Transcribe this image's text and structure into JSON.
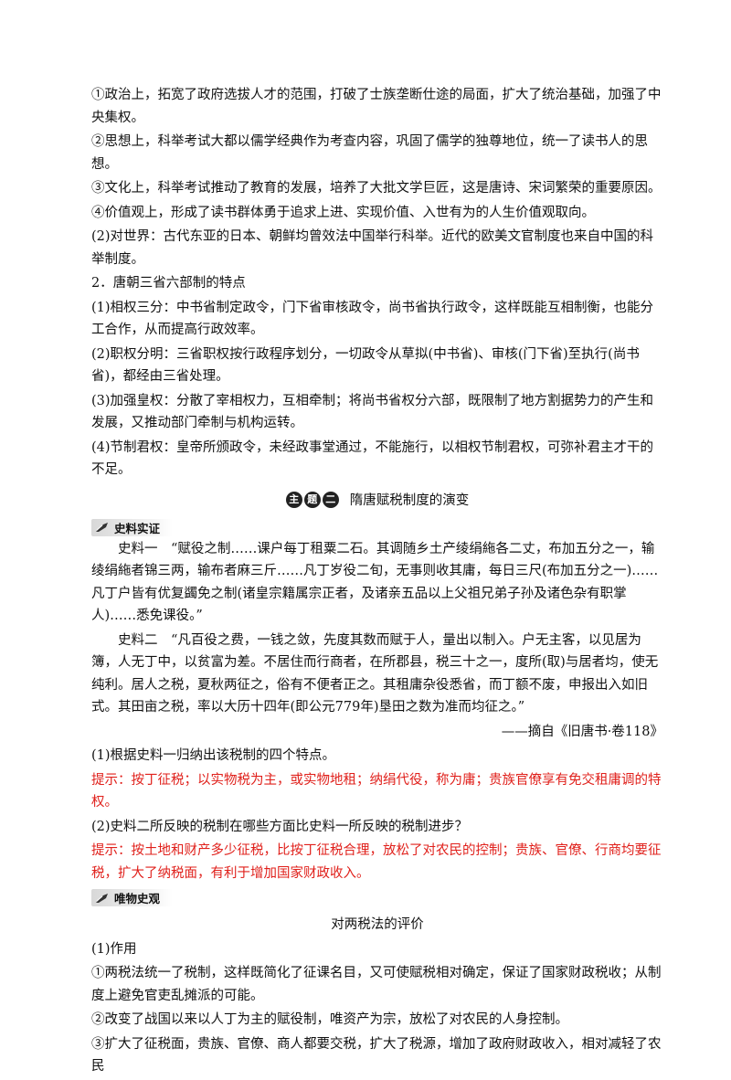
{
  "paras_a": [
    "①政治上，拓宽了政府选拔人才的范围，打破了士族垄断仕途的局面，扩大了统治基础，加强了中央集权。",
    "②思想上，科举考试大都以儒学经典作为考查内容，巩固了儒学的独尊地位，统一了读书人的思想。",
    "③文化上，科举考试推动了教育的发展，培养了大批文学巨匠，这是唐诗、宋词繁荣的重要原因。",
    "④价值观上，形成了读书群体勇于追求上进、实现价值、入世有为的人生价值观取向。",
    "(2)对世界：古代东亚的日本、朝鲜均曾效法中国举行科举。近代的欧美文官制度也来自中国的科举制度。",
    "2．唐朝三省六部制的特点",
    "(1)相权三分：中书省制定政令，门下省审核政令，尚书省执行政令，这样既能互相制衡，也能分工合作，从而提高行政效率。",
    "(2)职权分明：三省职权按行政程序划分，一切政令从草拟(中书省)、审核(门下省)至执行(尚书省)，都经由三省处理。",
    "(3)加强皇权：分散了宰相权力，互相牵制；将尚书省权分六部，既限制了地方割据势力的产生和发展，又推动部门牵制与机构运转。",
    "(4)节制君权：皇帝所颁政令，未经政事堂通过，不能施行，以相权节制君权，可弥补君主才干的不足。"
  ],
  "topic": {
    "badge": [
      "主",
      "题",
      "二"
    ],
    "title": "隋唐赋税制度的演变"
  },
  "tag1": "史料实证",
  "source1": "史料一　“赋役之制……课户每丁租粟二石。其调随乡土产绫绢絁各二丈，布加五分之一，输绫绢絁者锦三两，输布者麻三斤……凡丁岁役二旬，无事则收其庸，每日三尺(布加五分之一)……凡丁户皆有优复蠲免之制(诸皇宗籍属宗正者，及诸亲五品以上父祖兄弟子孙及诸色杂有职掌人)……悉免课役。”",
  "source2": "史料二　“凡百役之费，一钱之敛，先度其数而赋于人，量出以制入。户无主客，以见居为簿，人无丁中，以贫富为差。不居住而行商者，在所郡县，税三十之一，度所(取)与居者均，使无纯利。居人之税，夏秋两征之，俗有不便者正之。其租庸杂役悉省，而丁额不废，申报出入如旧式。其田亩之税，率以大历十四年(即公元779年)垦田之数为准而均征之。”",
  "source_cite": "——摘自《旧唐书·卷118》",
  "q1": "(1)根据史料一归纳出该税制的四个特点。",
  "a1": "提示：按丁征税；以实物税为主，或实物地租；纳绢代役，称为庸；贵族官僚享有免交租庸调的特权。",
  "q2": "(2)史料二所反映的税制在哪些方面比史料一所反映的税制进步？",
  "a2": "提示：按土地和财产多少征税，比按丁征税合理，放松了对农民的控制；贵族、官僚、行商均要征税，扩大了纳税面，有利于增加国家财政收入。",
  "tag2": "唯物史观",
  "eval_title": "对两税法的评价",
  "paras_b": [
    "(1)作用",
    "①两税法统一了税制，这样既简化了征课名目，又可使赋税相对确定，保证了国家财政税收；从制度上避免官吏乱摊派的可能。",
    "②改变了战国以来以人丁为主的赋役制，唯资产为宗，放松了对农民的人身控制。",
    "③扩大了征税面，贵族、官僚、商人都要交税，扩大了税源，增加了政府财政收入，相对减轻了农民"
  ]
}
